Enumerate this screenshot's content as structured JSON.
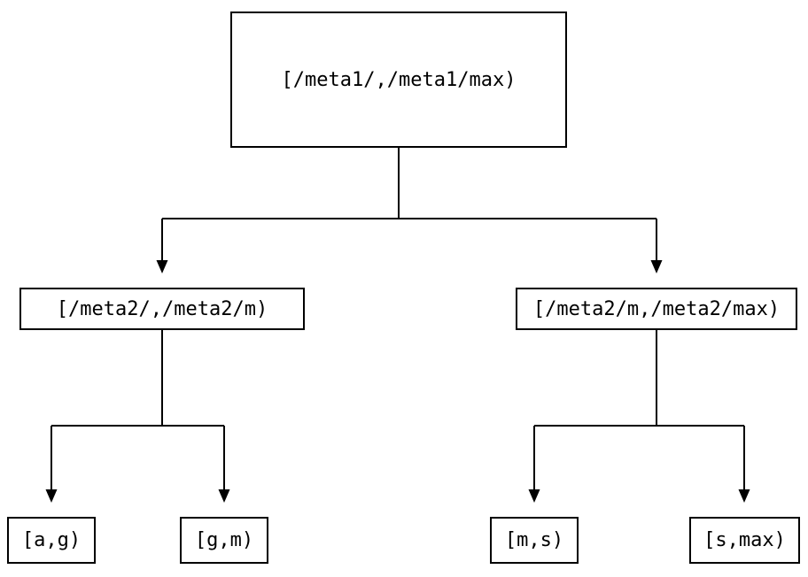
{
  "diagram": {
    "type": "binary-interval-tree",
    "background_color": "#ffffff",
    "line_color": "#000000",
    "box_border_color": "#000000",
    "text_color": "#000000",
    "nodes": {
      "root": {
        "label": "[/meta1/,/meta1/max)"
      },
      "left_child": {
        "label": "[/meta2/,/meta2/m)"
      },
      "right_child": {
        "label": "[/meta2/m,/meta2/max)"
      },
      "leaf_a_g": {
        "label": "[a,g)"
      },
      "leaf_g_m": {
        "label": "[g,m)"
      },
      "leaf_m_s": {
        "label": "[m,s)"
      },
      "leaf_s_max": {
        "label": "[s,max)"
      }
    },
    "edges": [
      {
        "from": "root",
        "to": "left_child"
      },
      {
        "from": "root",
        "to": "right_child"
      },
      {
        "from": "left_child",
        "to": "leaf_a_g"
      },
      {
        "from": "left_child",
        "to": "leaf_g_m"
      },
      {
        "from": "right_child",
        "to": "leaf_m_s"
      },
      {
        "from": "right_child",
        "to": "leaf_s_max"
      }
    ]
  }
}
